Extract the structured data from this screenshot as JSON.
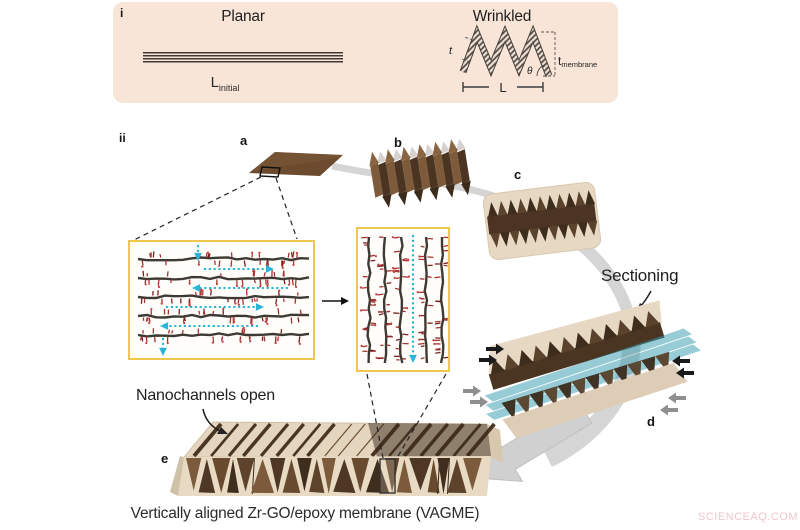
{
  "panel_i": {
    "index": "i",
    "planar_title": "Planar",
    "l_initial_main": "L",
    "l_initial_sub": "initial",
    "wrinkled_title": "Wrinkled",
    "t_membrane_main": "t",
    "t_membrane_sub": "membrane",
    "theta": "θ",
    "slope_thickness": "t",
    "wavelength": "L"
  },
  "panel_ii": {
    "index": "ii",
    "step_a": "a",
    "step_b": "b",
    "step_c": "c",
    "step_d": "d",
    "step_e": "e",
    "sectioning": "Sectioning",
    "nanochannels": "Nanochannels open",
    "caption": "Vertically aligned Zr-GO/epoxy membrane (VAGME)"
  },
  "watermark": "SCIENCEAQ.COM",
  "colors": {
    "panel_bg": "#f9e5d8",
    "membrane_brown": "#6b4a2e",
    "membrane_dark": "#46311f",
    "epoxy_tan": "#e6d8c3",
    "sectioning_teal": "#2f9ab0",
    "go_sheet_gray": "#3c3a32",
    "oxygen_red": "#a83232",
    "water_path_cyan": "#2ab5d8",
    "inset_border_yellow": "#edc84a",
    "flow_arrow_gray": "#d5d5d5"
  }
}
